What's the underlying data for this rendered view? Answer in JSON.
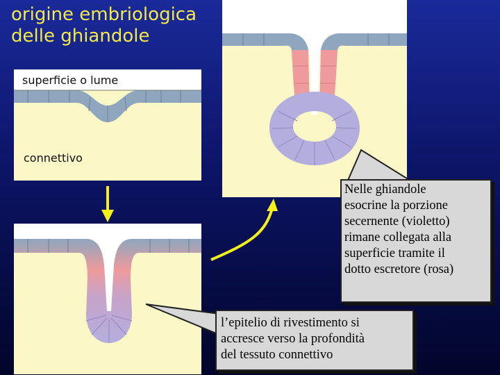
{
  "title": {
    "line1": "origine embriologica",
    "line2": "delle ghiandole"
  },
  "labels": {
    "surface": "superficie o lume",
    "connective": "connettivo"
  },
  "callouts": {
    "secretory": [
      "Nelle ghiandole",
      "esocrine la porzione",
      "secernente (violetto)",
      "rimane collegata alla",
      "superficie tramite il",
      "dotto escretore (rosa)"
    ],
    "epithelium": [
      "l’epitelio di rivestimento si",
      "accresce verso la profondità",
      "del tessuto connettivo"
    ]
  },
  "colors": {
    "background_top": "#1a2a9a",
    "title": "#f4e94a",
    "connective_tissue": "#fbf7c6",
    "surface_epithelium": "#8ea7bf",
    "duct_pink": "#ef9a9c",
    "secretory_violet": "#b4aede",
    "arrow_yellow": "#f5ef1c",
    "callout_bg": "#d8d8d8"
  }
}
